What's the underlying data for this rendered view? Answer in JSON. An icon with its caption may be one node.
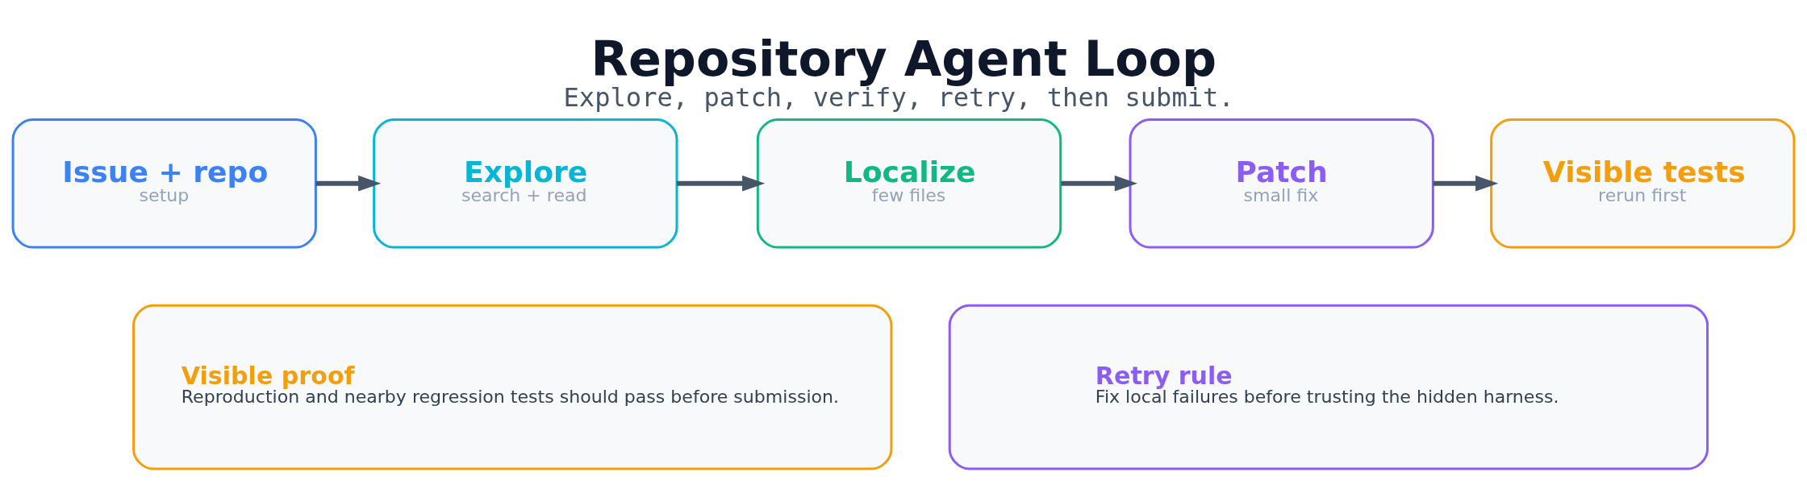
{
  "diagram": {
    "title": "Repository Agent Loop",
    "caption": "Explore, patch, verify, retry, then submit.",
    "nodes": [
      {
        "text": [
          "Issue + repo",
          "setup"
        ]
      },
      {
        "text": [
          "Explore",
          "search + read"
        ]
      },
      {
        "text": [
          "Localize",
          "few files"
        ]
      },
      {
        "text": [
          "Patch",
          "small fix"
        ]
      },
      {
        "text": [
          "Visible tests",
          "rerun first"
        ]
      },
      {
        "text": [
          "Visible proof",
          "Reproduction and nearby regression tests should pass before submission."
        ]
      },
      {
        "text": [
          "Retry rule",
          "Fix local failures before trusting the hidden harness."
        ]
      }
    ],
    "edges": [
      {
        "from": 0,
        "to": 1,
        "arrow": "to"
      },
      {
        "from": 1,
        "to": 2,
        "arrow": "to"
      },
      {
        "from": 2,
        "to": 3,
        "arrow": "to"
      },
      {
        "from": 3,
        "to": 4,
        "arrow": "to"
      }
    ]
  }
}
